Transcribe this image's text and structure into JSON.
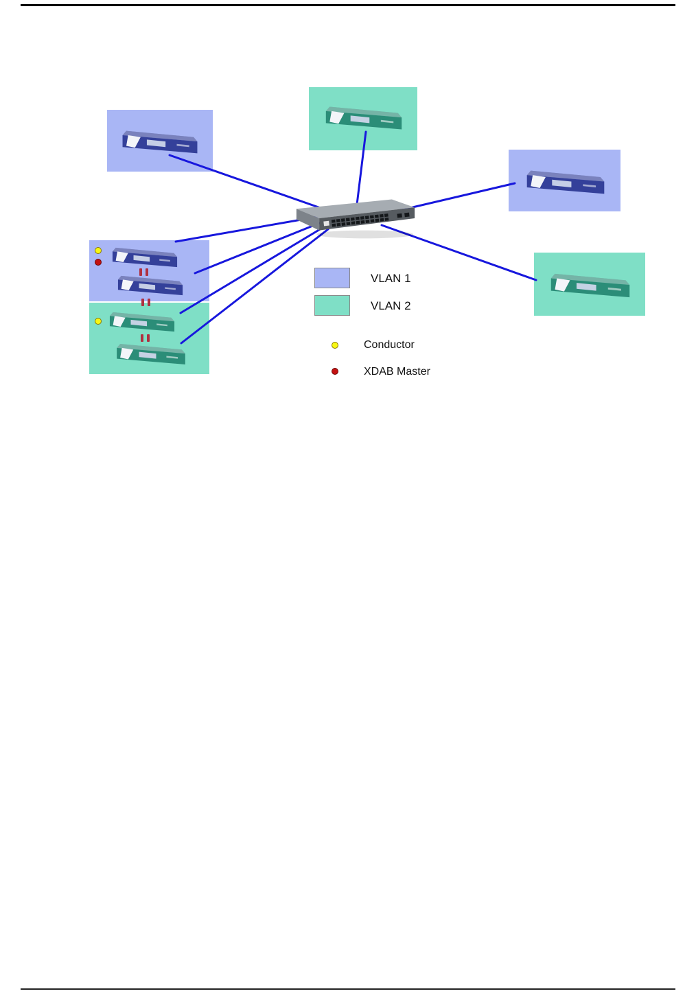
{
  "document": {
    "kind": "manual page with network diagram",
    "top_rule": true,
    "bottom_rule": true
  },
  "diagram": {
    "type": "network-topology",
    "hub": {
      "name": "ethernet-switch",
      "connections": 8
    },
    "legend": {
      "items": [
        {
          "label": "VLAN 1",
          "swatch_color": "#a9b6f5"
        },
        {
          "label": "VLAN 2",
          "swatch_color": "#7fdfc6"
        }
      ],
      "markers": [
        {
          "label": "Conductor",
          "dot_color": "#f7f713"
        },
        {
          "label": "XDAB Master",
          "dot_color": "#c41111"
        }
      ]
    },
    "colors": {
      "vlan1_box": "#a9b6f5",
      "vlan2_box": "#7fdfc6",
      "link_line": "#1717dd",
      "device_vlan1": "#34409a",
      "device_vlan2": "#2b8d78",
      "xdab_link_mark": "#b03040"
    },
    "nodes": [
      {
        "name": "codec-top-left",
        "vlan": "VLAN 1",
        "devices": 1
      },
      {
        "name": "codec-top-center",
        "vlan": "VLAN 2",
        "devices": 1
      },
      {
        "name": "codec-right",
        "vlan": "VLAN 1",
        "devices": 1
      },
      {
        "name": "codec-right-lower",
        "vlan": "VLAN 2",
        "devices": 1
      },
      {
        "name": "codec-stack-left-vlan1",
        "vlan": "VLAN 1",
        "devices": 2,
        "markers": [
          "Conductor",
          "XDAB Master"
        ]
      },
      {
        "name": "codec-stack-left-vlan2",
        "vlan": "VLAN 2",
        "devices": 2,
        "markers": [
          "Conductor"
        ]
      }
    ]
  }
}
